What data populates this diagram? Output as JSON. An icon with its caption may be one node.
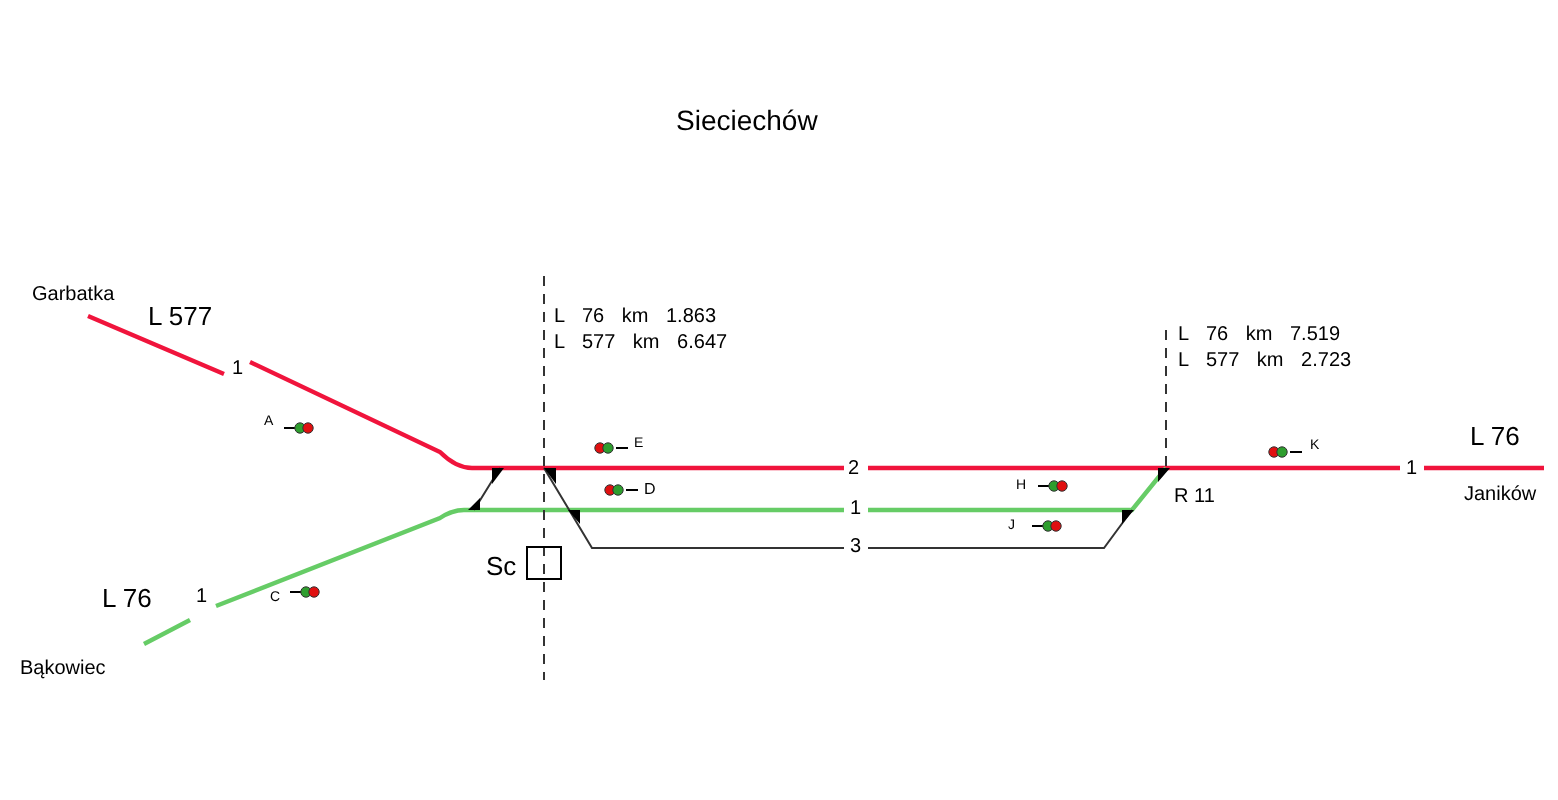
{
  "diagram": {
    "title": "Sieciechów",
    "nodes": [
      {
        "text": [
          "Sc"
        ]
      }
    ],
    "labels": [
      "Garbatka",
      "L 577",
      "1",
      "A",
      "C",
      "L 76",
      "1",
      "Bąkowiec",
      "L 76 km 1.863",
      "L 577 km 6.647",
      "E",
      "2",
      "D",
      "1",
      "3",
      "H",
      "J",
      "L 76 km 7.519",
      "L 577 km 2.723",
      "K",
      "1",
      "L 76",
      "R 11",
      "Janików"
    ]
  }
}
